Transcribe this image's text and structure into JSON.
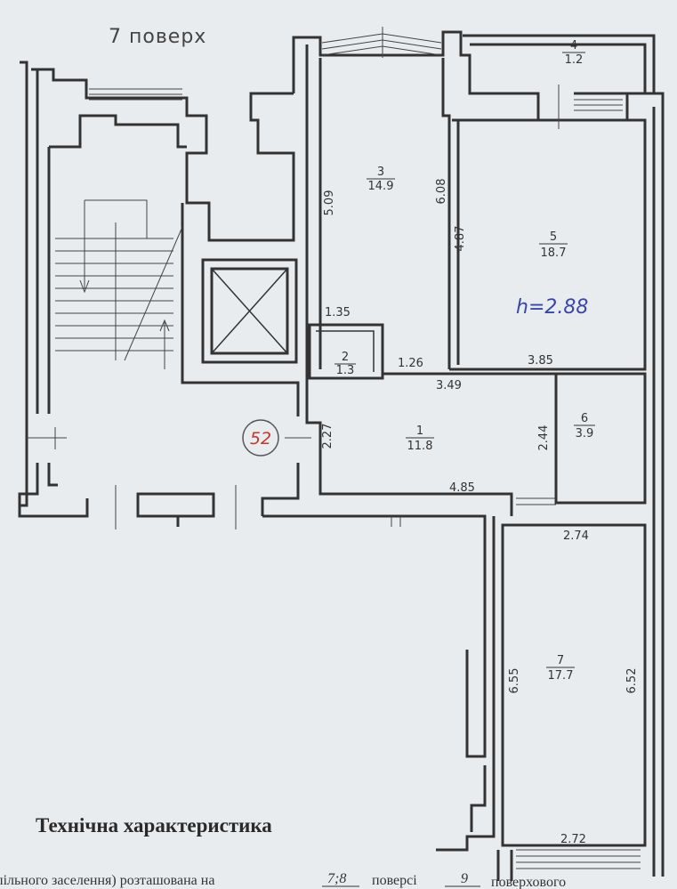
{
  "floor_title": "7 поверх",
  "height_note": "h=2.88",
  "apartment_number": "52",
  "rooms": [
    {
      "id": "1",
      "area": "11.8"
    },
    {
      "id": "2",
      "area": "1.3"
    },
    {
      "id": "3",
      "area": "14.9"
    },
    {
      "id": "4",
      "area": "1.2"
    },
    {
      "id": "5",
      "area": "18.7"
    },
    {
      "id": "6",
      "area": "3.9"
    },
    {
      "id": "7",
      "area": "17.7"
    }
  ],
  "dimensions": {
    "room3_left": "5.09",
    "room3_right": "6.08",
    "room5_left": "4.87",
    "room5_bottom": "3.85",
    "room2_top": "1.35",
    "room2_right": "1.26",
    "room1_top": "3.49",
    "room1_left": "2.27",
    "room1_bottom": "4.85",
    "room6_left": "2.44",
    "room7_top": "2.74",
    "room7_left": "6.55",
    "room7_right": "6.52",
    "room7_bottom": "2.72"
  },
  "tech_title": "Технічна характеристика",
  "footer": {
    "prefix": "пільного заселення) розташована на",
    "floors": "7;8",
    "middle": "поверсі",
    "total": "9",
    "suffix": "поверхового"
  }
}
